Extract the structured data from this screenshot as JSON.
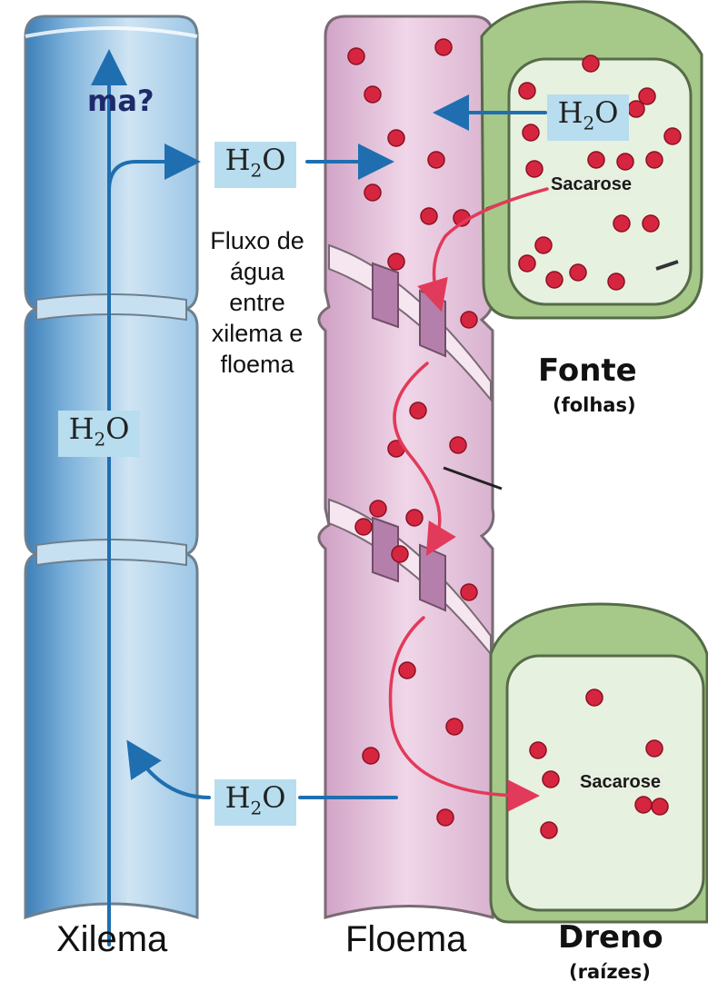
{
  "heading_fragment": "ma?",
  "h2o_labels": {
    "xylem_to_phloem": "H",
    "source_cell": "H",
    "xylem_mid": "H",
    "sink_to_xylem": "H",
    "subscript": "2",
    "tail": "O"
  },
  "flux_text": [
    "Fluxo de",
    "água",
    "entre",
    "xilema e",
    "floema"
  ],
  "sucrose_label_source": "Sacarose",
  "sucrose_label_sink": "Sacarose",
  "source_label": "Fonte",
  "source_sublabel": "(folhas)",
  "sink_label": "Dreno",
  "sink_sublabel": "(raízes)",
  "xylem_label": "Xilema",
  "phloem_label": "Floema",
  "colors": {
    "xylem": "#8fc0e6",
    "phloem": "#e3bdd8",
    "cell_wall": "#a6c98a",
    "cell_inner": "#e7f1df",
    "sucrose_dot": "#d6263f",
    "water_arrow": "#1f6fb0",
    "sucrose_arrow": "#e23a5a"
  }
}
